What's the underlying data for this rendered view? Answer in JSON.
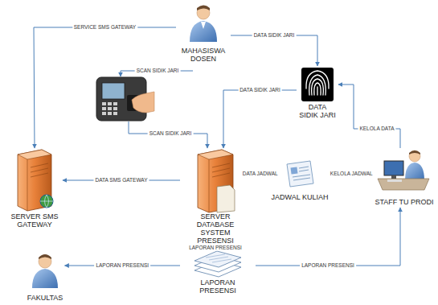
{
  "diagram": {
    "nodes": [
      {
        "text": [
          "MAHASISWA DOSEN"
        ]
      },
      {
        "text": [
          "DATA SIDIK JARI"
        ]
      },
      {
        "text": [
          "SERVER SMS GATEWAY"
        ]
      },
      {
        "text": [
          "SERVER DATABASE SYSTEM PRESENSI"
        ]
      },
      {
        "text": [
          "JADWAL KULIAH"
        ]
      },
      {
        "text": [
          "STAFF TU PRODI"
        ]
      },
      {
        "text": [
          "LAPORAN PRESENSI"
        ]
      },
      {
        "text": [
          "FAKULTAS"
        ]
      }
    ],
    "edges": [
      {
        "from": 0,
        "to": 2,
        "label": "SERVICE SMS GATEWAY",
        "arrow": "to"
      },
      {
        "from": 0,
        "to": 1,
        "label": "DATA SIDIK JARI",
        "arrow": "to"
      },
      {
        "from": 1,
        "to": 3,
        "label": "DATA SIDIK JARI",
        "arrow": "to"
      },
      {
        "from": 3,
        "to": 2,
        "label": "DATA SMS GATEWAY",
        "arrow": "to"
      },
      {
        "from": 4,
        "to": 3,
        "label": "DATA JADWAL",
        "arrow": "both"
      },
      {
        "from": 5,
        "to": 4,
        "label": "KELOLA JADWAL",
        "arrow": "to"
      },
      {
        "from": 5,
        "to": 1,
        "label": "KELOLA DATA",
        "arrow": "to"
      },
      {
        "from": 3,
        "to": 6,
        "label": "LAPORAN PRESENSI",
        "arrow": "to"
      },
      {
        "from": 6,
        "to": 7,
        "label": "LAPORAN PRESENSI",
        "arrow": "to"
      },
      {
        "from": 6,
        "to": 5,
        "label": "LAPORAN PRESENSI",
        "arrow": "to"
      }
    ],
    "labels": [
      "SCAN SIDIK JARI",
      "SCAN SIDIK JARI"
    ]
  }
}
